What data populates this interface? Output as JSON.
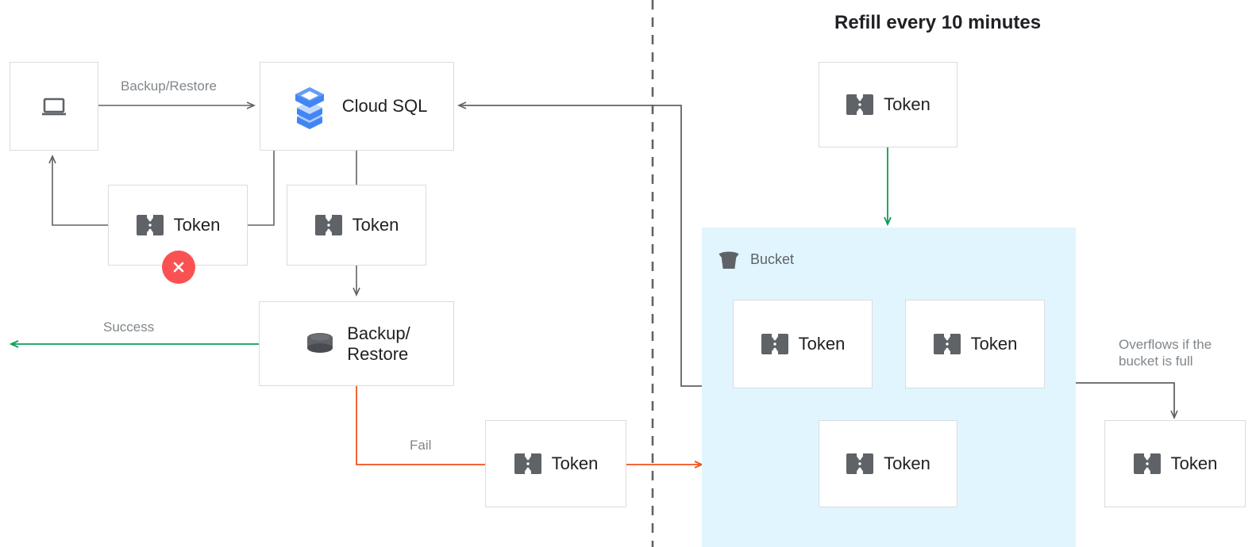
{
  "diagram": {
    "title": "Refill every 10 minutes",
    "colors": {
      "accent_blue": "#4285f4",
      "bucket_fill": "#e1f5fe",
      "success_green": "#0f9d58",
      "fail_red": "#f4511e",
      "error_badge": "#fa5252",
      "node_border": "#dadce0",
      "line_gray": "#5f6368",
      "label_gray": "#80868b",
      "icon_gray": "#5f6368"
    },
    "nodes": {
      "client": {
        "label": "",
        "icon": "laptop-icon"
      },
      "cloud_sql": {
        "label": "Cloud SQL",
        "icon": "cloud-sql-icon"
      },
      "token_failed": {
        "label": "Token",
        "icon": "token-icon",
        "badge": "error-x-icon"
      },
      "token_consumed": {
        "label": "Token",
        "icon": "token-icon"
      },
      "backup_restore": {
        "label": "Backup/\nRestore",
        "icon": "database-icon"
      },
      "token_fail_return": {
        "label": "Token",
        "icon": "token-icon"
      },
      "token_refill": {
        "label": "Token",
        "icon": "token-icon"
      },
      "bucket_token_1": {
        "label": "Token",
        "icon": "token-icon"
      },
      "bucket_token_2": {
        "label": "Token",
        "icon": "token-icon"
      },
      "bucket_token_3": {
        "label": "Token",
        "icon": "token-icon"
      },
      "token_overflow": {
        "label": "Token",
        "icon": "token-icon"
      }
    },
    "bucket": {
      "label": "Bucket",
      "icon": "bucket-icon"
    },
    "edge_labels": {
      "backup_restore": "Backup/Restore",
      "success": "Success",
      "fail": "Fail",
      "overflow": "Overflows if the\nbucket is full"
    }
  }
}
